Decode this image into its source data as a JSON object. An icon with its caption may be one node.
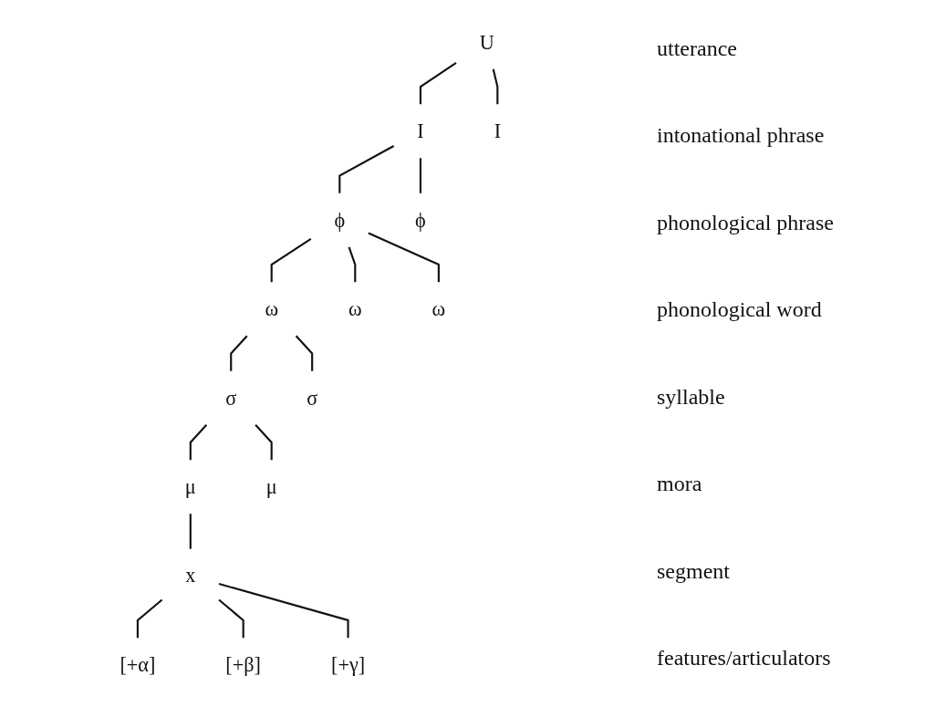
{
  "diagram": {
    "nodes": [
      {
        "text": [
          "U"
        ]
      },
      {
        "text": [
          "I"
        ]
      },
      {
        "text": [
          "I"
        ]
      },
      {
        "text": [
          "ϕ"
        ]
      },
      {
        "text": [
          "ϕ"
        ]
      },
      {
        "text": [
          "ω"
        ]
      },
      {
        "text": [
          "ω"
        ]
      },
      {
        "text": [
          "ω"
        ]
      },
      {
        "text": [
          "σ"
        ]
      },
      {
        "text": [
          "σ"
        ]
      },
      {
        "text": [
          "μ"
        ]
      },
      {
        "text": [
          "μ"
        ]
      },
      {
        "text": [
          "x"
        ]
      },
      {
        "text": [
          "[+α]"
        ]
      },
      {
        "text": [
          "[+β]"
        ]
      },
      {
        "text": [
          "[+γ]"
        ]
      }
    ],
    "edges": [
      {
        "from": 0,
        "to": 1,
        "arrow": "none"
      },
      {
        "from": 0,
        "to": 2,
        "arrow": "none"
      },
      {
        "from": 1,
        "to": 3,
        "arrow": "none"
      },
      {
        "from": 1,
        "to": 4,
        "arrow": "none"
      },
      {
        "from": 3,
        "to": 5,
        "arrow": "none"
      },
      {
        "from": 3,
        "to": 6,
        "arrow": "none"
      },
      {
        "from": 3,
        "to": 7,
        "arrow": "none"
      },
      {
        "from": 5,
        "to": 8,
        "arrow": "none"
      },
      {
        "from": 5,
        "to": 9,
        "arrow": "none"
      },
      {
        "from": 8,
        "to": 10,
        "arrow": "none"
      },
      {
        "from": 8,
        "to": 11,
        "arrow": "none"
      },
      {
        "from": 10,
        "to": 12,
        "arrow": "none"
      },
      {
        "from": 12,
        "to": 13,
        "arrow": "none"
      },
      {
        "from": 12,
        "to": 14,
        "arrow": "none"
      },
      {
        "from": 12,
        "to": 15,
        "arrow": "none"
      }
    ],
    "labels": [
      "utterance",
      "intonational phrase",
      "phonological phrase",
      "phonological word",
      "syllable",
      "mora",
      "segment",
      "features/articulators"
    ]
  }
}
